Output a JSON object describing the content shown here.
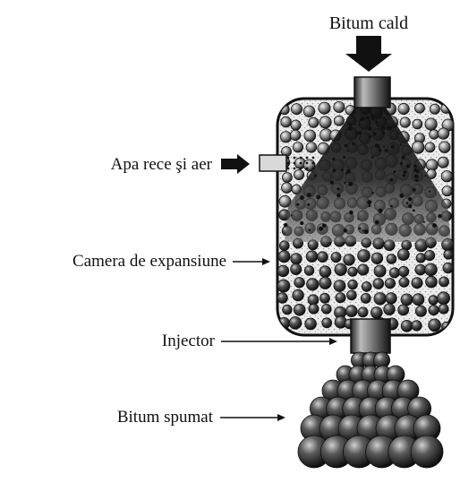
{
  "labels": {
    "top_input": "Bitum cald",
    "side_input": "Apa rece şi aer",
    "chamber": "Camera de expansiune",
    "injector": "Injector",
    "output": "Bitum spumat"
  },
  "colors": {
    "ink": "#111111",
    "bubble_light": "#f2f2f2",
    "bubble_dark": "#202020",
    "chamber_fill": "#e9e9e9"
  }
}
